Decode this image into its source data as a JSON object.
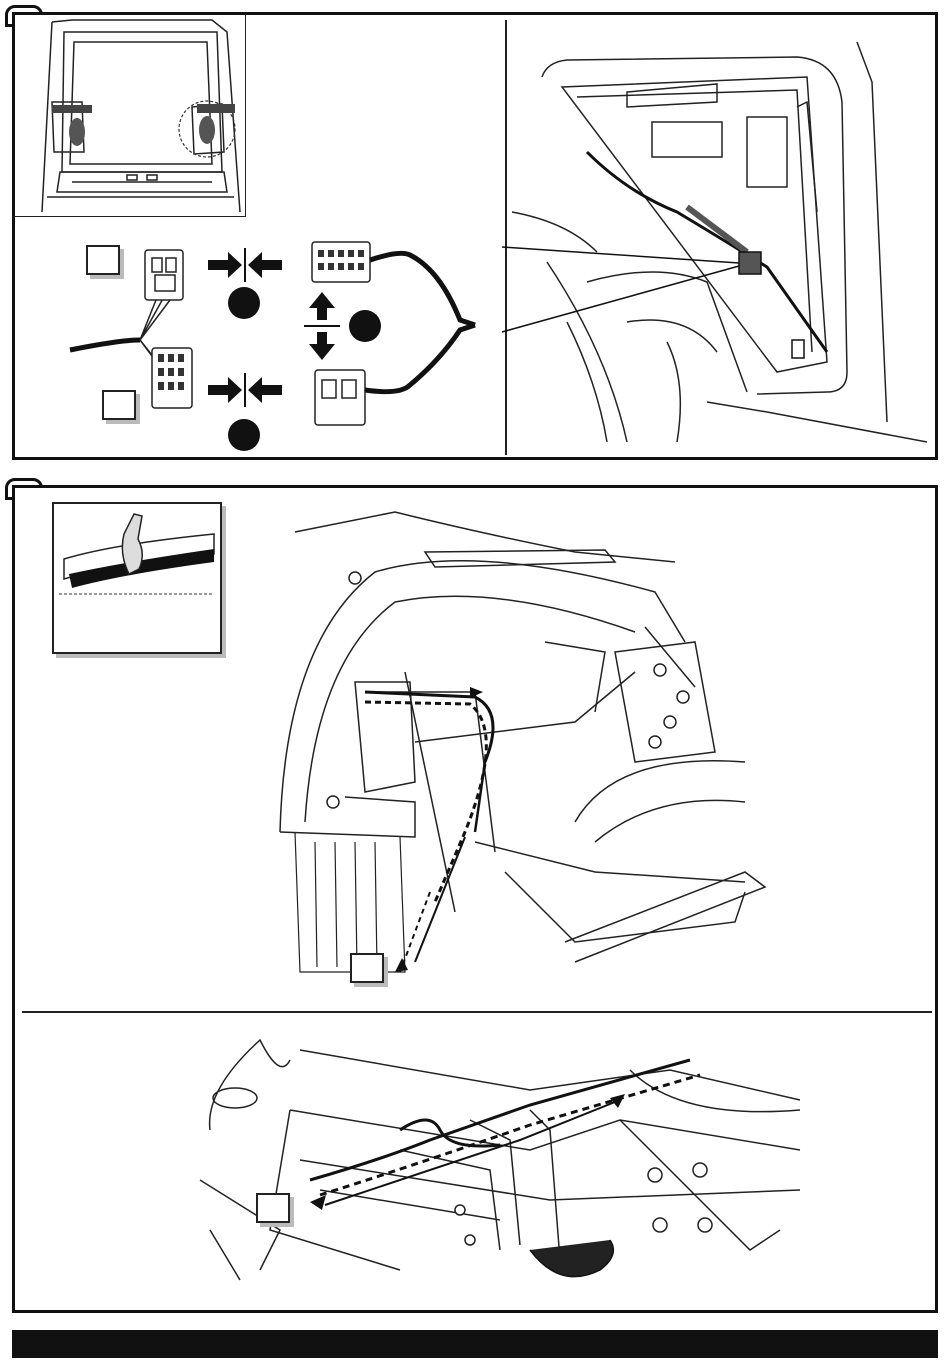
{
  "document": {
    "steps": [
      {
        "tab_label": ""
      },
      {
        "tab_label": ""
      }
    ],
    "step1": {
      "overview_image": "van-rear-open-doors-illustration",
      "connector_callout_1": "",
      "connector_callout_2": "",
      "connect_symbol_1": "arrows-connect-icon",
      "connect_symbol_2": "arrows-connect-icon",
      "separate_symbol": "arrows-up-down-icon",
      "detail_image": "rear-panel-harness-illustration"
    },
    "step2": {
      "cable_tie_inset": "cable-tie-illustration",
      "wheel_arch_callout": "",
      "chassis_callout": "",
      "wheel_arch_image": "rear-wheel-arch-routing-illustration",
      "chassis_image": "underbody-chassis-routing-illustration"
    },
    "footer": {
      "text": ""
    }
  }
}
